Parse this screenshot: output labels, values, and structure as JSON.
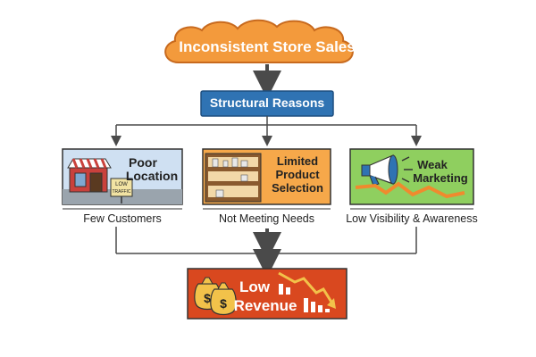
{
  "colors": {
    "cloud": "#f39a3c",
    "cloud_edge": "#c86a1e",
    "structural": "#2f73b3",
    "location_panel": "#cfe0f2",
    "product_panel": "#f6a84a",
    "marketing_panel": "#8fcf5f",
    "revenue_panel": "#d9481f",
    "connector": "#4a4a4a"
  },
  "diagram": {
    "root": {
      "label": "Inconsistent Store Sales"
    },
    "middle": {
      "label": "Structural Reasons"
    },
    "causes": [
      {
        "title_line1": "Poor",
        "title_line2": "Location",
        "sign_line1": "LOW",
        "sign_line2": "TRAFFIC",
        "effect": "Few Customers",
        "icon": "storefront-icon"
      },
      {
        "title_line1": "Limited",
        "title_line2": "Product",
        "title_line3": "Selection",
        "effect": "Not Meeting Needs",
        "icon": "shelves-icon"
      },
      {
        "title_line1": "Weak",
        "title_line2": "Marketing",
        "effect": "Low Visibility & Awareness",
        "icon": "megaphone-icon"
      }
    ],
    "result": {
      "line1": "Low",
      "line2": "Revenue",
      "icons": [
        "money-bag-icon",
        "money-bag-icon",
        "declining-chart-icon"
      ],
      "currency_symbol": "$"
    }
  }
}
